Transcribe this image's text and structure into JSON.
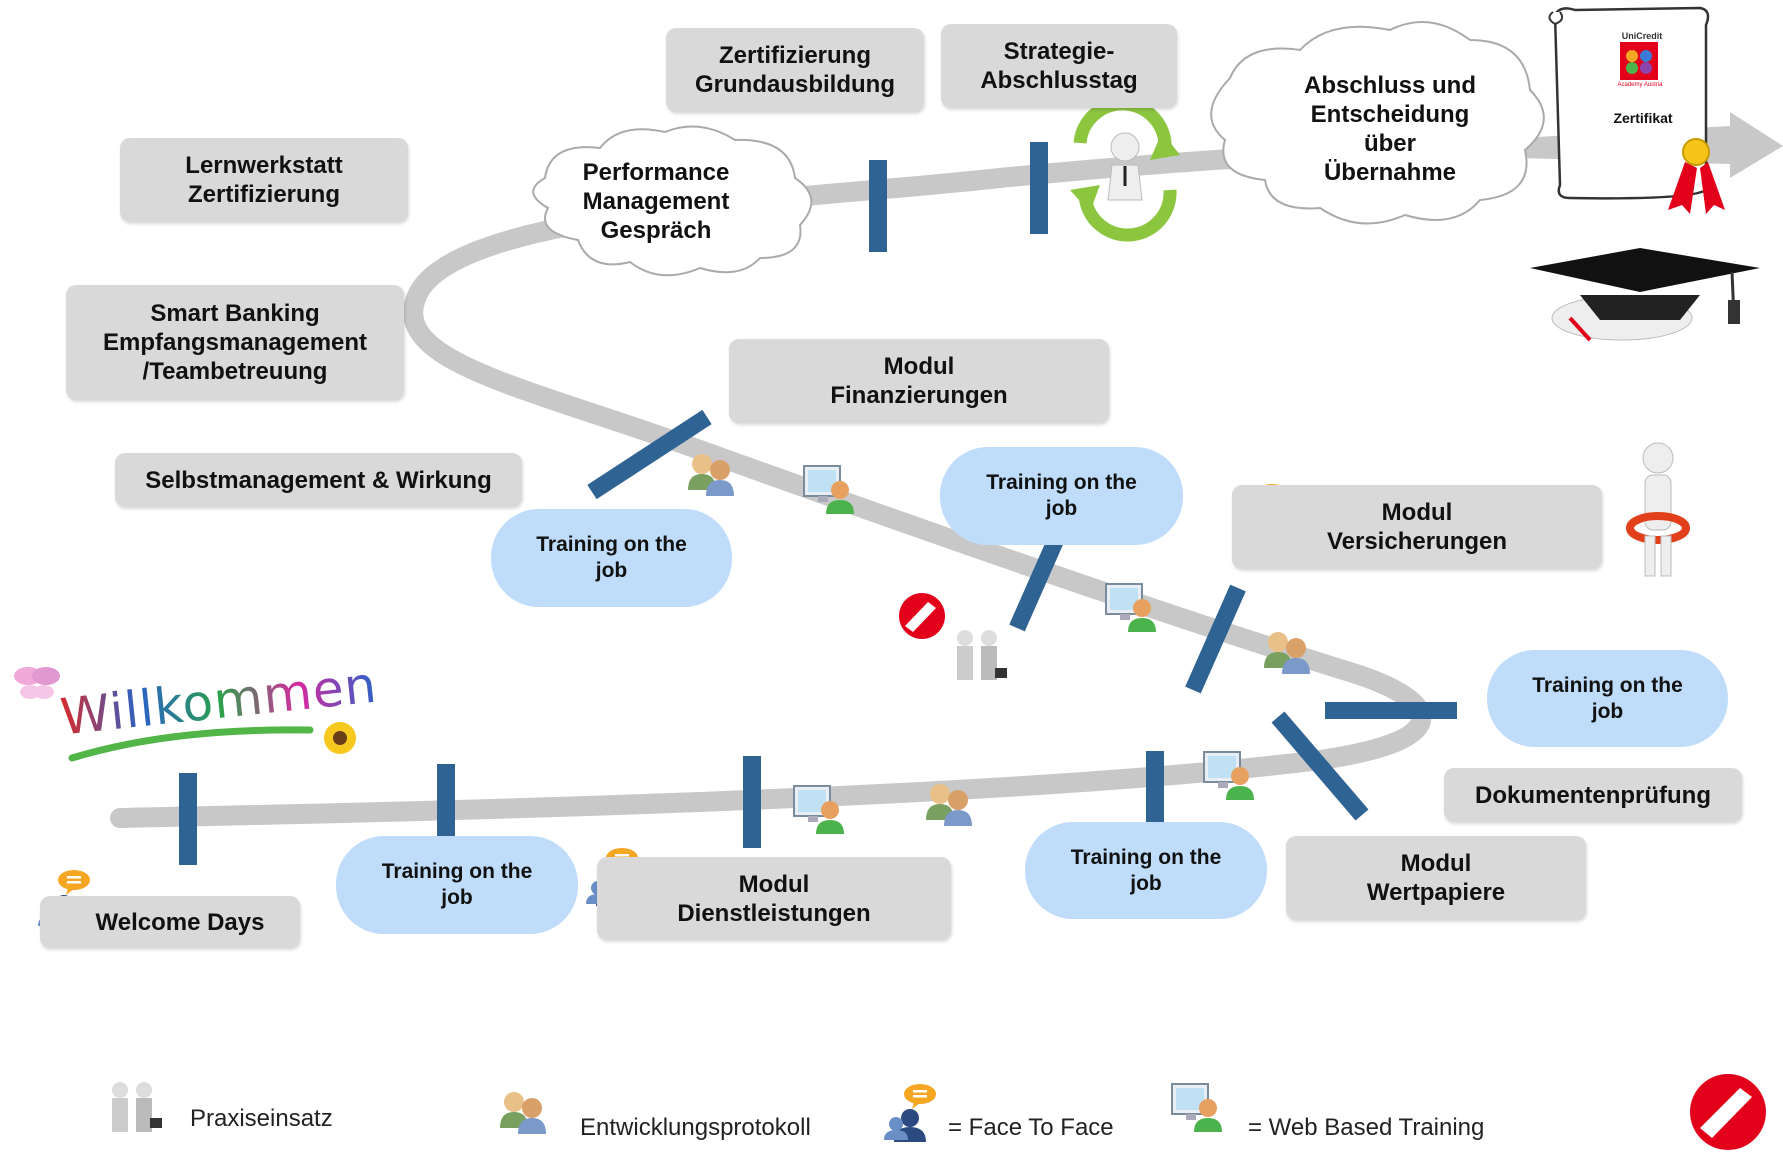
{
  "welcome_logo": "Willkommen",
  "left_boxes": [
    "Lernwerkstatt\nZertifizierung",
    "Smart Banking\nEmpfangsmanagement\n/Teambetreuung",
    "Selbstmanagement & Wirkung"
  ],
  "top_boxes": {
    "zertifizierung": "Zertifizierung\nGrundausbildung",
    "strategie": "Strategie-\nAbschlusstag"
  },
  "clouds": {
    "performance": "Performance\nManagement\nGespräch",
    "abschluss": "Abschluss und\nEntscheidung\nüber\nÜbernahme"
  },
  "certificate": {
    "brand": "UniCredit",
    "sub": "Academy Austria",
    "label": "Zertifikat"
  },
  "modules": {
    "finanzierungen": "Modul\nFinanzierungen",
    "versicherungen": "Modul\nVersicherungen",
    "dienstleistungen": "Modul\nDienstleistungen",
    "wertpapiere": "Modul\nWertpapiere",
    "welcome": "Welcome Days",
    "dokumente": "Dokumentenprüfung"
  },
  "training_label": "Training on the\njob",
  "legend": {
    "praxis": "Praxiseinsatz",
    "entwicklung": "Entwicklungsprotokoll",
    "face": "= Face To Face",
    "web": "= Web Based Training"
  },
  "colors": {
    "road": "#c8c8c8",
    "marker": "#2e6394",
    "gray_box": "#d9d9d9",
    "blue_box": "#bfdcfb",
    "unicredit_red": "#e2001a",
    "arrow_gray": "#c8c8c8"
  }
}
